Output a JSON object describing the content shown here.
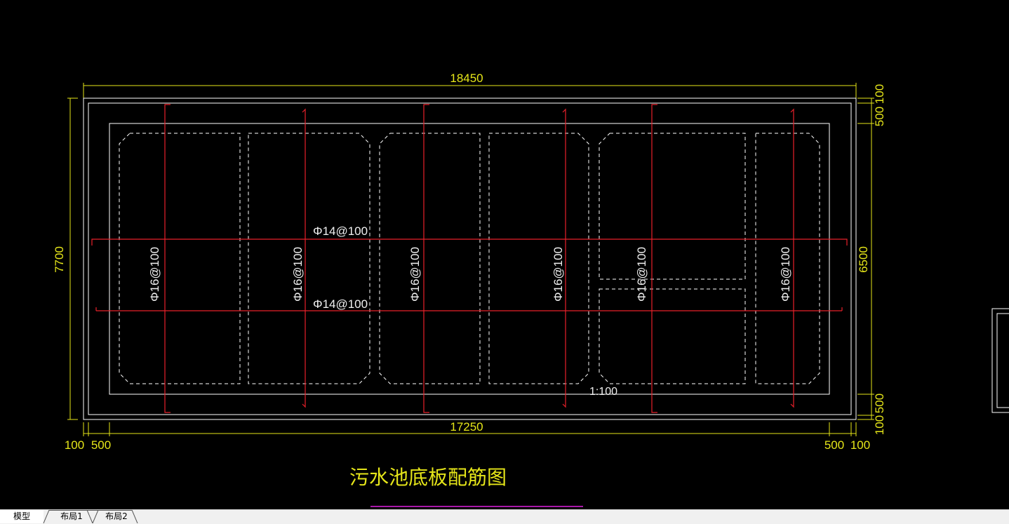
{
  "drawing": {
    "dim_top_overall": "18450",
    "dim_bottom_inner": "17250",
    "dim_left_overall": "7700",
    "dim_right_inner": "6500",
    "dim_right_top_a": "100",
    "dim_right_top_b": "500",
    "dim_right_bottom_a": "500",
    "dim_right_bottom_b": "100",
    "dim_bottom_left_a": "100",
    "dim_bottom_left_b": "500",
    "dim_bottom_right_a": "500",
    "dim_bottom_right_b": "100",
    "rebar_horizontal_top": "Φ14@100",
    "rebar_horizontal_bottom": "Φ14@100",
    "rebar_vertical": [
      "Φ16@100",
      "Φ16@100",
      "Φ16@100",
      "Φ16@100",
      "Φ16@100",
      "Φ16@100"
    ],
    "scale_label": "1:100",
    "title": "污水池底板配筋图",
    "colors": {
      "dimension": "#e6e619",
      "outline": "#ffffff",
      "rebar": "#e8202a",
      "title_underline": "#e020e0"
    }
  },
  "tabs": {
    "model": "模型",
    "layout1": "布局1",
    "layout2": "布局2"
  }
}
